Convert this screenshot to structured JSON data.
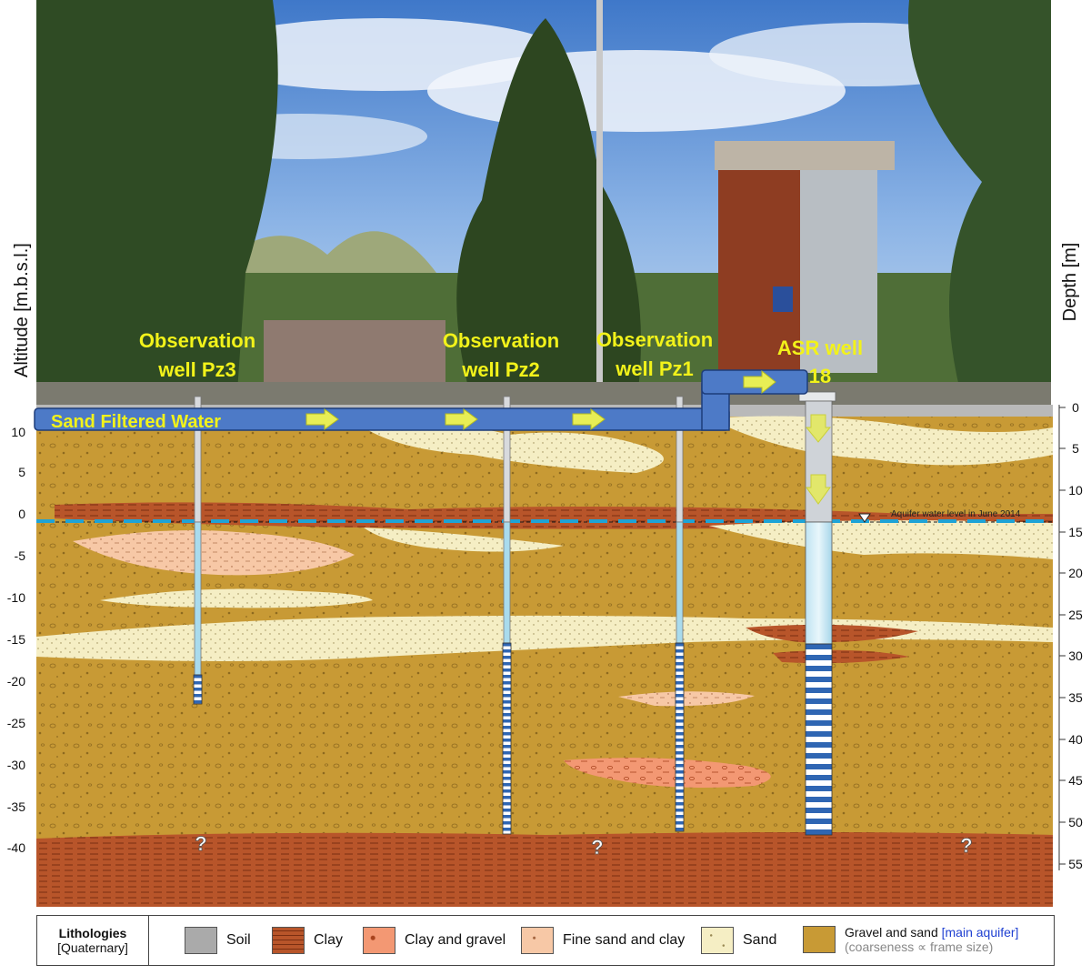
{
  "axes": {
    "left_label": "Altitude [m.b.s.l.]",
    "right_label": "Depth [m]",
    "altitude_ticks": [
      "10",
      "5",
      "0",
      "-5",
      "-10",
      "-15",
      "-20",
      "-25",
      "-30",
      "-35",
      "-40"
    ],
    "depth_ticks": [
      "0",
      "5",
      "10",
      "15",
      "20",
      "25",
      "30",
      "35",
      "40",
      "45",
      "50",
      "55"
    ]
  },
  "wells": [
    {
      "line1": "Observation",
      "line2": "well  Pz3"
    },
    {
      "line1": "Observation",
      "line2": "well  Pz2"
    },
    {
      "line1": "Observation",
      "line2": "well  Pz1"
    },
    {
      "line1": "ASR well",
      "line2": "18"
    }
  ],
  "pipe_label": "Sand Filtered Water",
  "water_level_label": "Aquifer water level in June 2014",
  "unknown_mark": "?",
  "legend": {
    "title": "Lithologies",
    "subtitle": "[Quaternary]",
    "items": {
      "soil": "Soil",
      "clay": "Clay",
      "clay_gravel": "Clay and gravel",
      "fine_sand_clay": "Fine sand and clay",
      "sand": "Sand",
      "gravel_sand": "Gravel and sand",
      "main_aquifer": "[main aquifer]",
      "coarseness": "(coarseness ∝ frame size)"
    }
  },
  "colors": {
    "label_yellow": "#f2f21a",
    "pipe_blue": "#4d7ac7",
    "water_level": "#1fa3d6",
    "gravel": "#c89a35",
    "sand": "#f5eec4",
    "clay": "#b8552a",
    "clay_gravel": "#f39873",
    "fine_sand_clay": "#f7c8a6",
    "soil": "#aaaaaa"
  }
}
